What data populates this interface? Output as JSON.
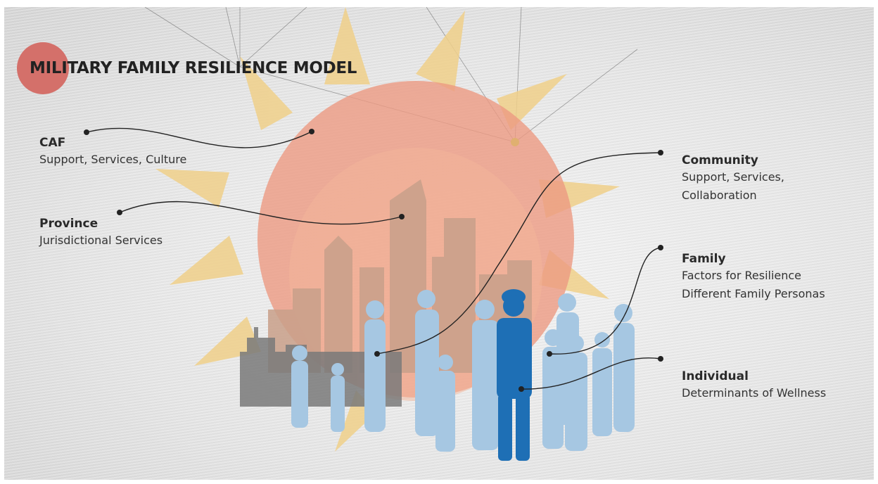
{
  "title": "MILITARY FAMILY RESILIENCE MODEL",
  "layers": {
    "caf": {
      "head": "CAF",
      "lines": [
        "Support, Services, Culture"
      ]
    },
    "province": {
      "head": "Province",
      "lines": [
        "Jurisdictional Services"
      ]
    },
    "community": {
      "head": "Community",
      "lines": [
        "Support, Services,",
        "Collaboration"
      ]
    },
    "family": {
      "head": "Family",
      "lines": [
        "Factors for Resilience",
        "Different Family Personas"
      ]
    },
    "individual": {
      "head": "Individual",
      "lines": [
        "Determinants of Wellness"
      ]
    }
  },
  "colors": {
    "title_dot": "#d4706a",
    "sun_rays": "#f0d08a",
    "sun_disc": "#ec9a82",
    "city": "#c9a08a",
    "people_light": "#9fc3e0",
    "people_dark": "#1e6fb5"
  }
}
